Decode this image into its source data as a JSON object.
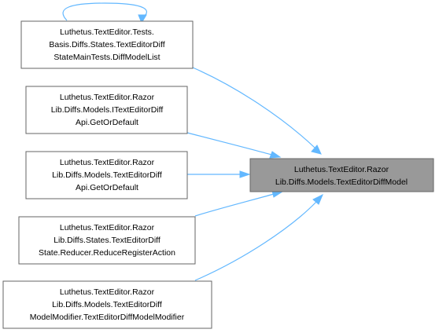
{
  "nodes": {
    "tests": {
      "lines": [
        "Luthetus.TextEditor.Tests.",
        "Basis.Diffs.States.TextEditorDiff",
        "StateMainTests.DiffModelList"
      ]
    },
    "iface": {
      "lines": [
        "Luthetus.TextEditor.Razor",
        "Lib.Diffs.Models.ITextEditorDiff",
        "Api.GetOrDefault"
      ]
    },
    "impl": {
      "lines": [
        "Luthetus.TextEditor.Razor",
        "Lib.Diffs.Models.TextEditorDiff",
        "Api.GetOrDefault"
      ]
    },
    "reducer": {
      "lines": [
        "Luthetus.TextEditor.Razor",
        "Lib.Diffs.States.TextEditorDiff",
        "State.Reducer.ReduceRegisterAction"
      ]
    },
    "modifier": {
      "lines": [
        "Luthetus.TextEditor.Razor",
        "Lib.Diffs.Models.TextEditorDiff",
        "ModelModifier.TextEditorDiffModelModifier"
      ]
    },
    "target": {
      "lines": [
        "Luthetus.TextEditor.Razor",
        "Lib.Diffs.Models.TextEditorDiffModel"
      ]
    }
  },
  "colors": {
    "edge": "#63b8ff",
    "node_border": "#666666",
    "target_fill": "#999999"
  }
}
